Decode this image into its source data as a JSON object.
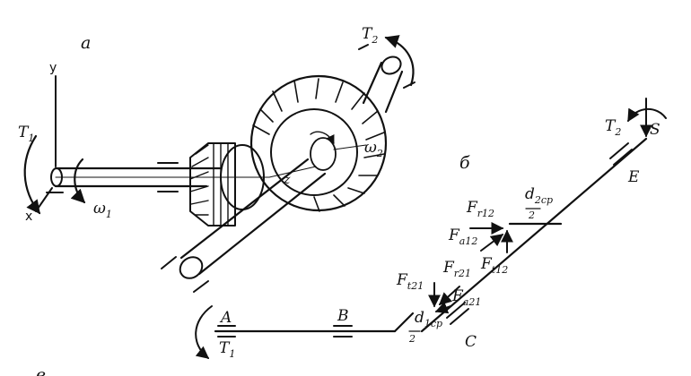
{
  "figure": {
    "panel_a_label": "а",
    "panel_b_label": "б",
    "panel_c_label_partial": "в",
    "axes": {
      "x": "x",
      "y": "y",
      "z": "z"
    },
    "torque_T1": {
      "main": "T",
      "sub": "1"
    },
    "torque_T2": {
      "main": "T",
      "sub": "2"
    },
    "omega1": {
      "main": "ω",
      "sub": "1"
    },
    "omega2": {
      "main": "ω",
      "sub": "2"
    },
    "b_T2": {
      "main": "T",
      "sub": "2"
    },
    "b_T1": {
      "main": "T",
      "sub": "1"
    },
    "S": "S",
    "E": "E",
    "C": "C",
    "A": "A",
    "B": "B",
    "Fr12": {
      "main": "F",
      "sub": "r12"
    },
    "Fa12": {
      "main": "F",
      "sub": "a12"
    },
    "Ft12": {
      "main": "F",
      "sub": "t12"
    },
    "Fr21": {
      "main": "F",
      "sub": "r21"
    },
    "Fa21": {
      "main": "F",
      "sub": "a21"
    },
    "Ft21": {
      "main": "F",
      "sub": "t21"
    },
    "d2cp": {
      "main": "d",
      "sub": "2cp",
      "den": "2"
    },
    "d1cp": {
      "main": "d",
      "sub": "1cp",
      "den": "2"
    }
  }
}
